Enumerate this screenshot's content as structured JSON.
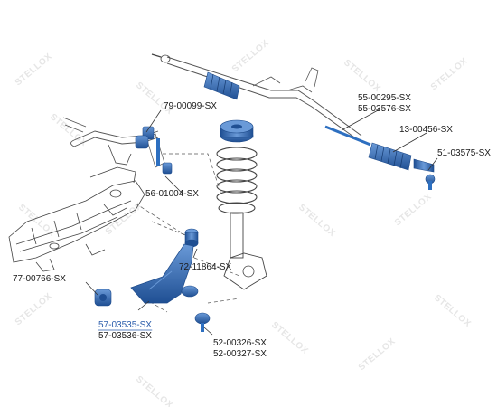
{
  "watermark": {
    "brand": "STELLOX"
  },
  "parts": [
    {
      "id": "p1",
      "codes": [
        "79-00099-SX"
      ],
      "highlight": false
    },
    {
      "id": "p2",
      "codes": [
        "56-01004-SX"
      ],
      "highlight": false
    },
    {
      "id": "p3",
      "codes": [
        "55-00295-SX",
        "55-03576-SX"
      ],
      "highlight": false
    },
    {
      "id": "p4",
      "codes": [
        "13-00456-SX"
      ],
      "highlight": false
    },
    {
      "id": "p5",
      "codes": [
        "51-03575-SX"
      ],
      "highlight": false
    },
    {
      "id": "p6",
      "codes": [
        "72-11864-SX"
      ],
      "highlight": false
    },
    {
      "id": "p7",
      "codes": [
        "77-00766-SX"
      ],
      "highlight": false
    },
    {
      "id": "p8",
      "codes": [
        "57-03535-SX",
        "57-03536-SX"
      ],
      "highlight": true
    },
    {
      "id": "p9",
      "codes": [
        "52-00326-SX",
        "52-00327-SX"
      ],
      "highlight": false
    }
  ],
  "colors": {
    "part_blue": "#2d6fc0",
    "part_blue_light": "#6a9ad8",
    "line_dark": "#333333",
    "label_highlight": "#2a5cab"
  }
}
